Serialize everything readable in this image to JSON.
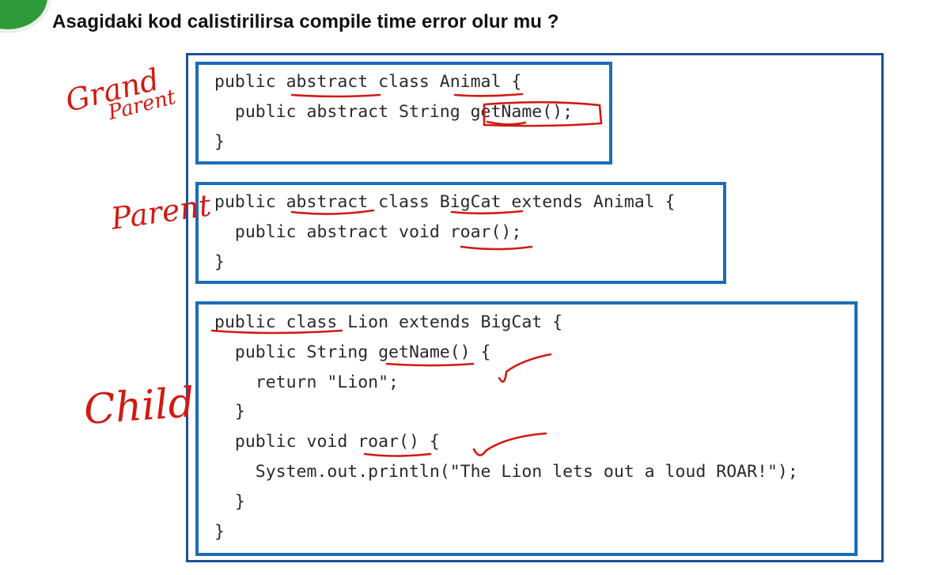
{
  "question": "Asagidaki kod calistirilirsa compile time error olur mu ?",
  "annotations": {
    "grand": "Grand",
    "parent_small": "Parent",
    "parent": "Parent",
    "child": "Child"
  },
  "code": {
    "animal": [
      "public abstract class Animal {",
      "  public abstract String getName();",
      "}"
    ],
    "bigcat": [
      "public abstract class BigCat extends Animal {",
      "  public abstract void roar();",
      "}"
    ],
    "lion": [
      "public class Lion extends BigCat {",
      "  public String getName() {",
      "    return \"Lion\";",
      "  }",
      "  public void roar() {",
      "    System.out.println(\"The Lion lets out a loud ROAR!\");",
      "  }",
      "}"
    ]
  },
  "colors": {
    "box_border": "#1a6db8",
    "outer_border": "#1f4e9a",
    "ink": "#d11a12",
    "logo": "#2f9a3a"
  }
}
